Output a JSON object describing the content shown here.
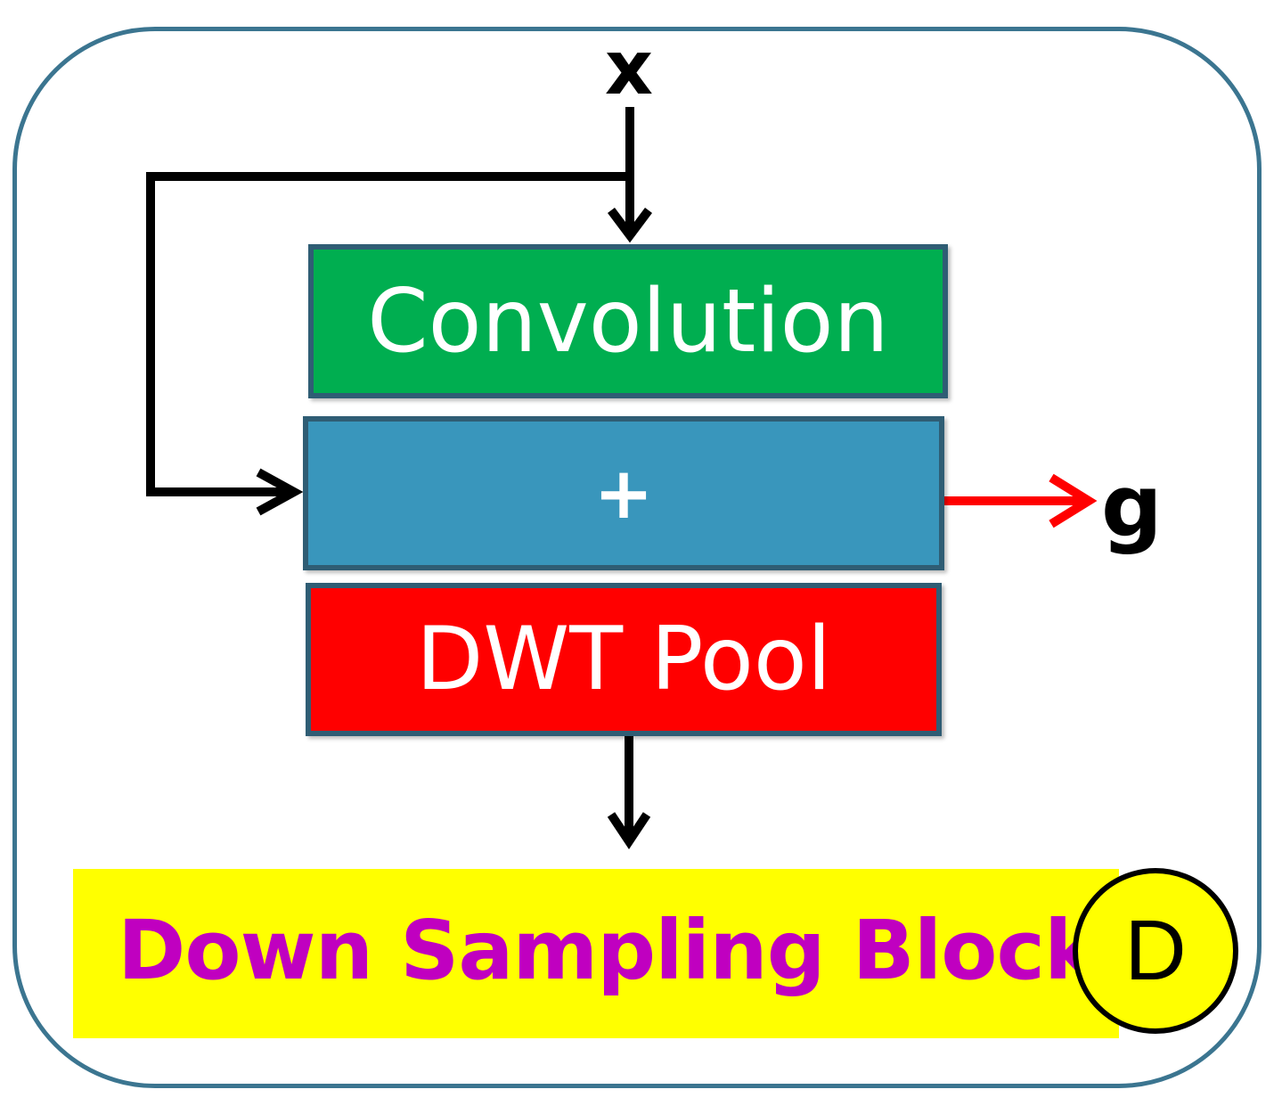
{
  "diagram": {
    "input_label": "x",
    "output_label": "g",
    "blocks": {
      "convolution": "Convolution",
      "add": "+",
      "pool": "DWT Pool"
    },
    "caption": "Down Sampling Block",
    "badge": "D"
  },
  "colors": {
    "frame": "#3b7590",
    "convolution_fill": "#00ae50",
    "add_fill": "#3996bc",
    "pool_fill": "#ff0000",
    "caption_background": "#ffff00",
    "caption_text": "#c000c0",
    "output_arrow": "#ff0000",
    "arrows": "#000000"
  }
}
